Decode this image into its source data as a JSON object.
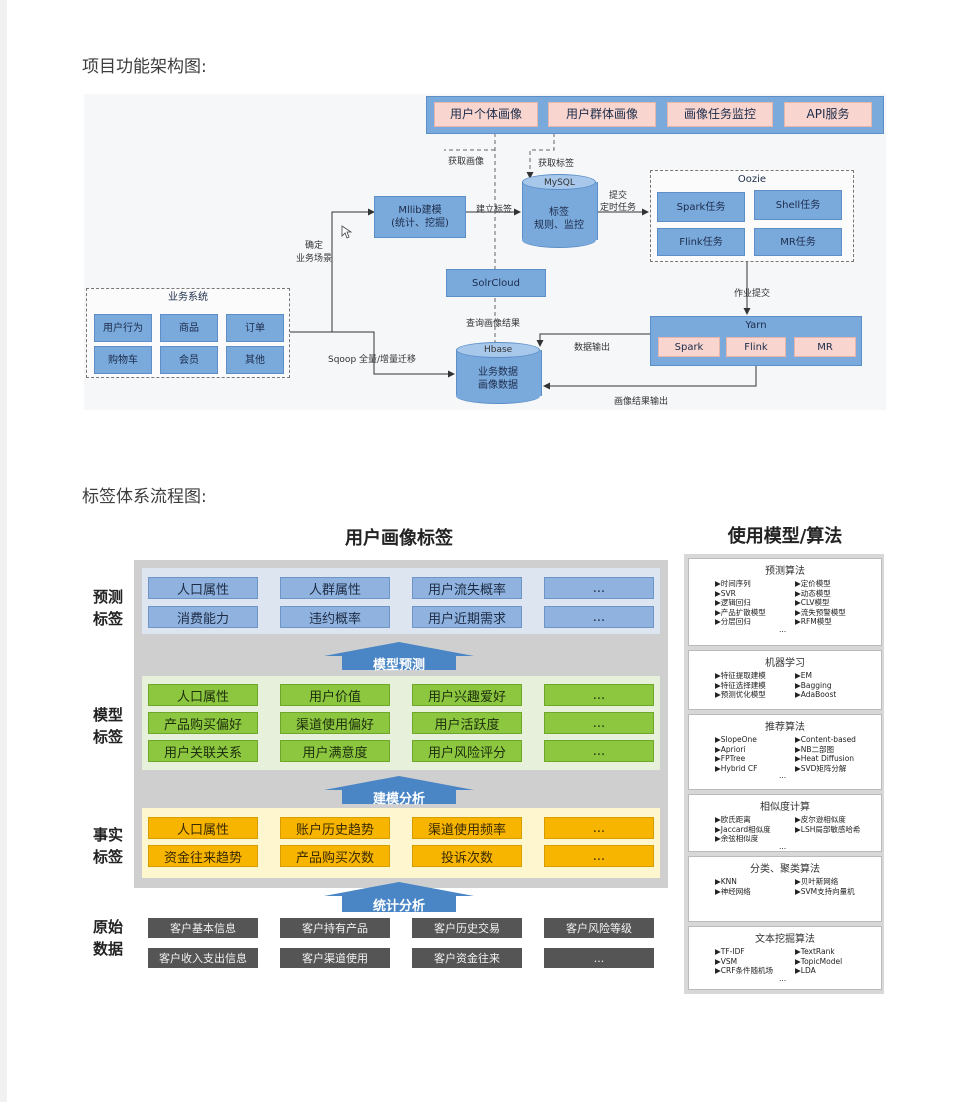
{
  "section_titles": {
    "architecture": "项目功能架构图:",
    "tag_system": "标签体系流程图:"
  },
  "architecture": {
    "top_services": [
      "用户个体画像",
      "用户群体画像",
      "画像任务监控",
      "API服务"
    ],
    "mllib": "Mllib建模\n(统计、挖掘)",
    "mysql_top": "MySQL",
    "mysql_body": "标签\n规则、监控",
    "oozie_title": "Oozie",
    "oozie_tasks": [
      "Spark任务",
      "Shell任务",
      "Flink任务",
      "MR任务"
    ],
    "solrcloud": "SolrCloud",
    "yarn_title": "Yarn",
    "yarn_items": [
      "Spark",
      "Flink",
      "MR"
    ],
    "hbase_top": "Hbase",
    "hbase_body": "业务数据\n画像数据",
    "biz_system_title": "业务系统",
    "biz_items": [
      "用户行为",
      "商品",
      "订单",
      "购物车",
      "会员",
      "其他"
    ],
    "labels": {
      "get_profile": "获取画像",
      "get_tags": "获取标签",
      "build_tags": "建立标签",
      "submit_timer": "提交\n定时任务",
      "confirm_scene": "确定\n业务场景",
      "job_submit": "作业提交",
      "query_result": "查询画像结果",
      "data_output": "数据输出",
      "sqoop": "Sqoop 全量/增量迁移",
      "profile_output": "画像结果输出"
    }
  },
  "tag_system": {
    "main_title": "用户画像标签",
    "algo_title": "使用模型/算法",
    "row_labels": [
      "预测\n标签",
      "模型\n标签",
      "事实\n标签",
      "原始\n数据"
    ],
    "predict_cells": [
      [
        "人口属性",
        "人群属性",
        "用户流失概率",
        "..."
      ],
      [
        "消费能力",
        "违约概率",
        "用户近期需求",
        "..."
      ]
    ],
    "model_cells": [
      [
        "人口属性",
        "用户价值",
        "用户兴趣爱好",
        "..."
      ],
      [
        "产品购买偏好",
        "渠道使用偏好",
        "用户活跃度",
        "..."
      ],
      [
        "用户关联关系",
        "用户满意度",
        "用户风险评分",
        "..."
      ]
    ],
    "fact_cells": [
      [
        "人口属性",
        "账户历史趋势",
        "渠道使用频率",
        "..."
      ],
      [
        "资金往来趋势",
        "产品购买次数",
        "投诉次数",
        "..."
      ]
    ],
    "raw_cells": [
      [
        "客户基本信息",
        "客户持有产品",
        "客户历史交易",
        "客户风险等级"
      ],
      [
        "客户收入支出信息",
        "客户渠道使用",
        "客户资金往来",
        "..."
      ]
    ],
    "arrows": [
      "模型预测",
      "建模分析",
      "统计分析"
    ],
    "algorithms": [
      {
        "title": "预测算法",
        "left": [
          "▶时间序列",
          "▶SVR",
          "▶逻辑回归",
          "▶产品扩散模型",
          "▶分层回归"
        ],
        "right": [
          "▶定价模型",
          "▶动态模型",
          "▶CLV模型",
          "▶流失预警模型",
          "▶RFM模型"
        ],
        "more": "..."
      },
      {
        "title": "机器学习",
        "left": [
          "▶特征提取建模",
          "▶特征选择建模",
          "▶预测优化模型"
        ],
        "right": [
          "▶EM",
          "▶Bagging",
          "▶AdaBoost"
        ],
        "more": ""
      },
      {
        "title": "推荐算法",
        "left": [
          "▶SlopeOne",
          "▶Apriori",
          "▶FPTree",
          "▶Hybrid CF"
        ],
        "right": [
          "▶Content-based",
          "▶NB二部图",
          "▶Heat Diffusion",
          "▶SVD矩阵分解"
        ],
        "more": "..."
      },
      {
        "title": "相似度计算",
        "left": [
          "▶欧氏距离",
          "▶Jaccard相似度",
          "▶余弦相似度"
        ],
        "right": [
          "▶皮尔逊相似度",
          "▶LSH局部敏感哈希"
        ],
        "more": "..."
      },
      {
        "title": "分类、聚类算法",
        "left": [
          "▶KNN",
          "▶神经网络"
        ],
        "right": [
          "▶贝叶斯网络",
          "▶SVM支持向量机"
        ],
        "more": ""
      },
      {
        "title": "文本挖掘算法",
        "left": [
          "▶TF-IDF",
          "▶VSM",
          "▶CRF条件随机场"
        ],
        "right": [
          "▶TextRank",
          "▶TopicModel",
          "▶LDA"
        ],
        "more": "..."
      }
    ]
  },
  "colors": {
    "predict": "#8fb3de",
    "model": "#8dc63f",
    "fact": "#f7b500",
    "raw": "#555555",
    "arrow": "#4a86c5"
  }
}
